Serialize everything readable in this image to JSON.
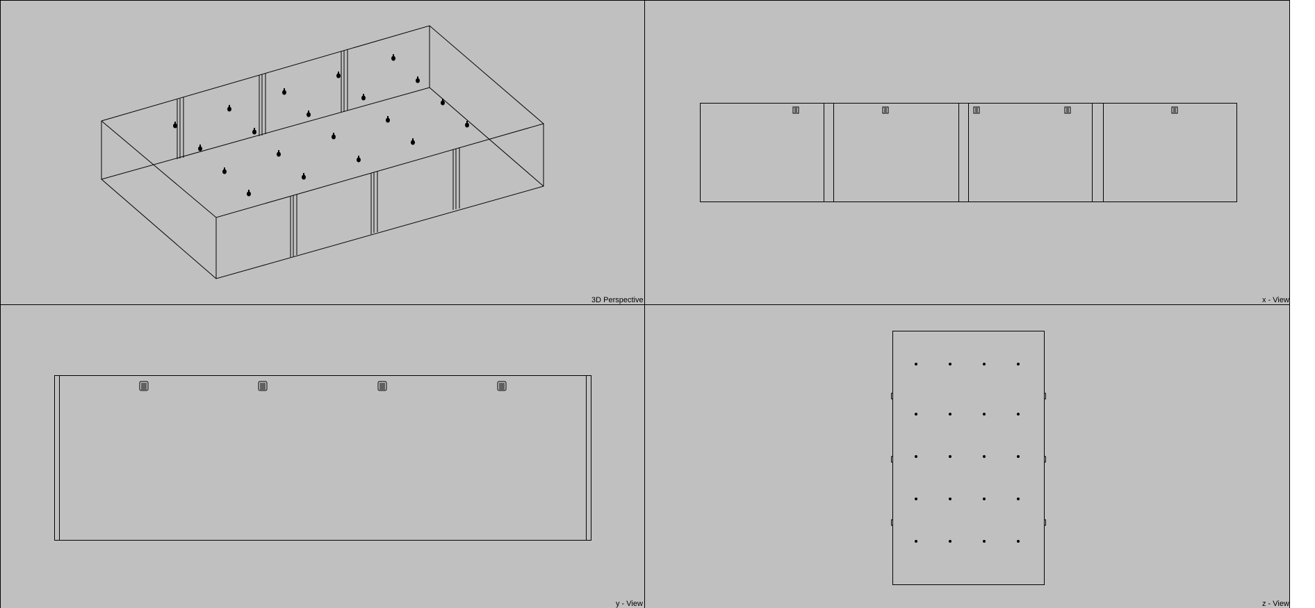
{
  "viewports": [
    {
      "id": "perspective",
      "label": "3D Perspective"
    },
    {
      "id": "x",
      "label": "x - View"
    },
    {
      "id": "y",
      "label": "y - View"
    },
    {
      "id": "z",
      "label": "z - View"
    }
  ],
  "colors": {
    "viewport_background": "#c0c0c0",
    "wireframe": "#000000",
    "outside_area": "#ffffff"
  },
  "icons": {
    "fixture_marker": "pin-marker-icon"
  }
}
